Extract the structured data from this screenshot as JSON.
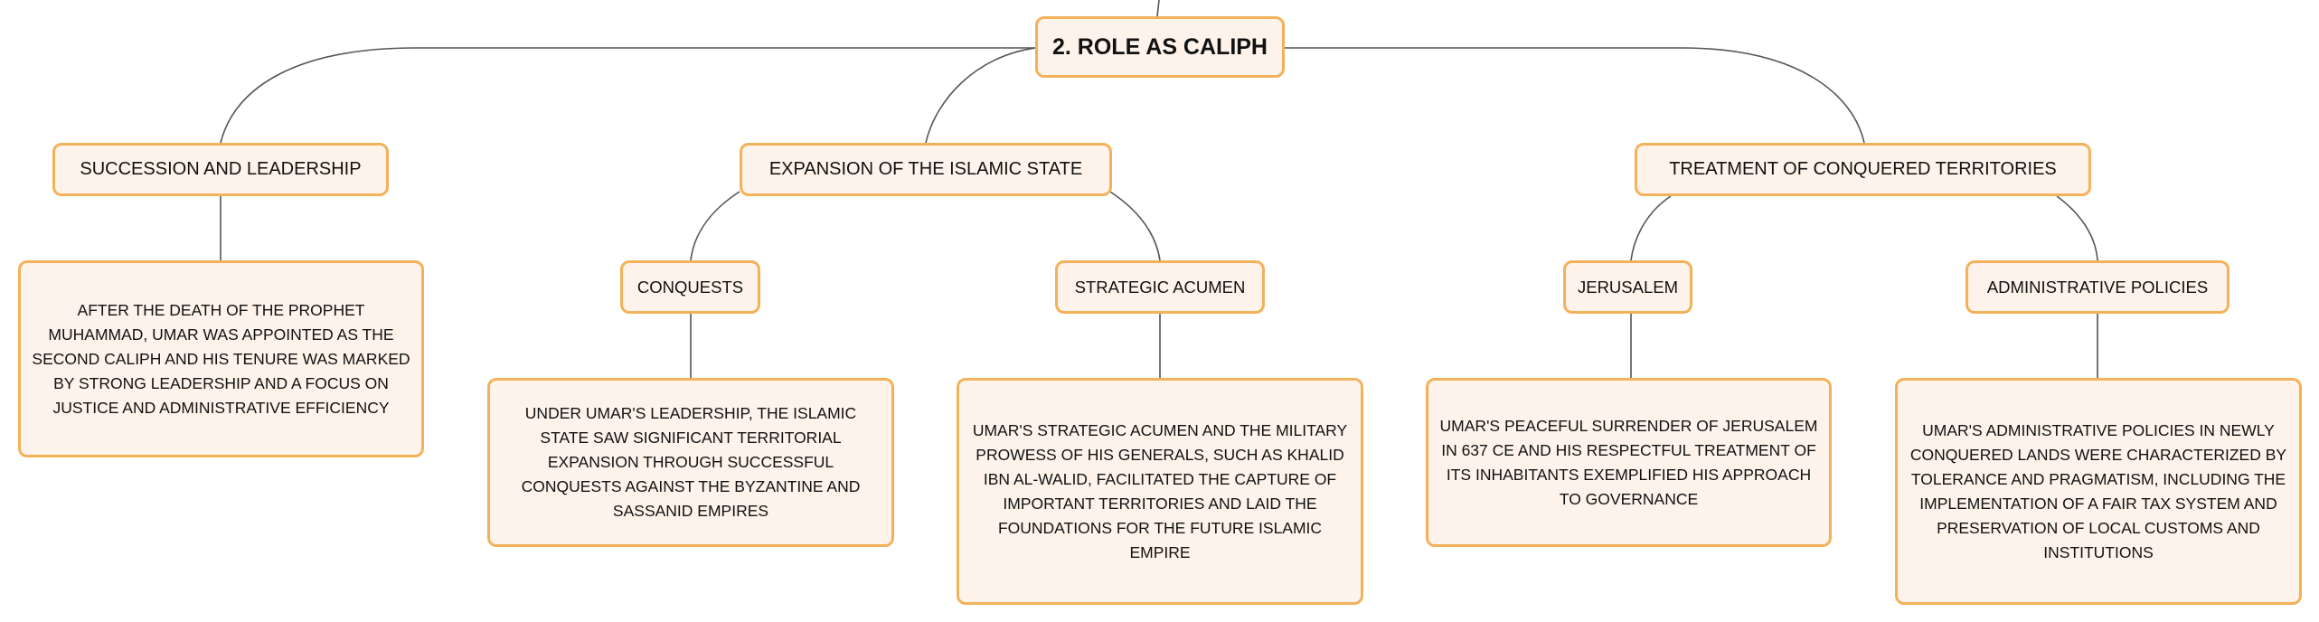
{
  "root": {
    "label": "2. ROLE AS CALIPH"
  },
  "branches": [
    {
      "label": "SUCCESSION AND LEADERSHIP",
      "detail": "AFTER THE DEATH OF THE PROPHET MUHAMMAD, UMAR WAS APPOINTED AS THE SECOND CALIPH AND HIS TENURE WAS MARKED BY STRONG LEADERSHIP AND A FOCUS ON JUSTICE AND ADMINISTRATIVE EFFICIENCY"
    },
    {
      "label": "EXPANSION OF THE ISLAMIC STATE",
      "children": [
        {
          "label": "CONQUESTS",
          "detail": "UNDER UMAR'S LEADERSHIP, THE ISLAMIC STATE SAW SIGNIFICANT TERRITORIAL EXPANSION THROUGH SUCCESSFUL CONQUESTS AGAINST THE BYZANTINE AND SASSANID EMPIRES"
        },
        {
          "label": "STRATEGIC ACUMEN",
          "detail": "UMAR'S STRATEGIC ACUMEN AND THE MILITARY PROWESS OF HIS GENERALS, SUCH AS KHALID IBN AL-WALID, FACILITATED THE CAPTURE OF IMPORTANT TERRITORIES AND LAID THE FOUNDATIONS FOR THE FUTURE ISLAMIC EMPIRE"
        }
      ]
    },
    {
      "label": "TREATMENT OF CONQUERED TERRITORIES",
      "children": [
        {
          "label": "JERUSALEM",
          "detail": "UMAR'S PEACEFUL SURRENDER OF JERUSALEM IN 637 CE AND HIS RESPECTFUL TREATMENT OF ITS INHABITANTS EXEMPLIFIED HIS APPROACH TO GOVERNANCE"
        },
        {
          "label": "ADMINISTRATIVE POLICIES",
          "detail": "UMAR'S ADMINISTRATIVE POLICIES IN NEWLY CONQUERED LANDS WERE CHARACTERIZED BY TOLERANCE AND PRAGMATISM, INCLUDING THE IMPLEMENTATION OF A FAIR TAX SYSTEM AND PRESERVATION OF LOCAL CUSTOMS AND INSTITUTIONS"
        }
      ]
    }
  ],
  "colors": {
    "node_fill": "#fdf3ea",
    "node_border": "#f3b15a",
    "connector": "#555555"
  }
}
